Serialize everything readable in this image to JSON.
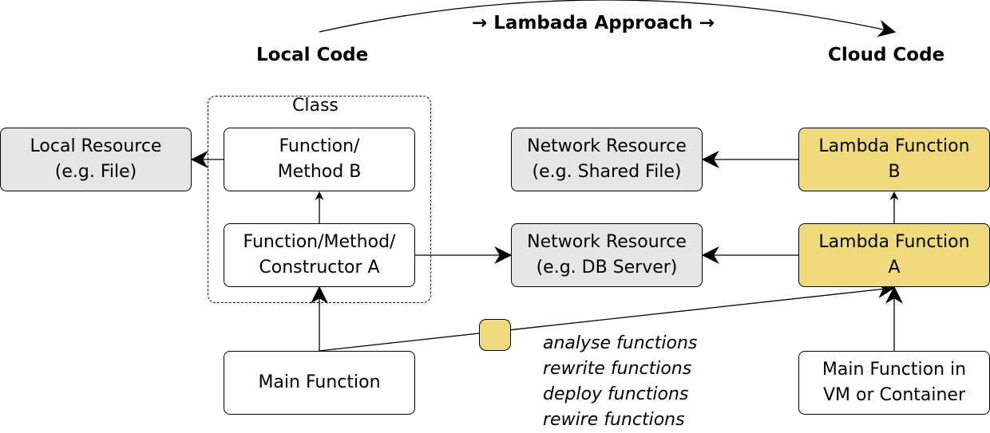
{
  "header": {
    "left_label": "Local Code",
    "center_label": "→ Lambada Approach →",
    "right_label": "Cloud Code"
  },
  "class_group": {
    "label": "Class"
  },
  "boxes": {
    "local_resource": "Local Resource\n(e.g. File)",
    "method_b": "Function/\nMethod B",
    "method_a": "Function/Method/\nConstructor A",
    "main_function": "Main Function",
    "network_shared_file": "Network Resource\n(e.g. Shared File)",
    "network_db_server": "Network Resource\n(e.g. DB Server)",
    "lambda_b": "Lambda Function\nB",
    "lambda_a": "Lambda Function\nA",
    "main_vm": "Main Function in\nVM or Container"
  },
  "steps": [
    "analyse functions",
    "rewrite functions",
    "deploy functions",
    "rewire functions"
  ],
  "colors": {
    "resource_fill": "#e6e6e6",
    "lambda_fill": "#f0da7e",
    "code_fill": "#ffffff",
    "stroke": "#000000"
  }
}
